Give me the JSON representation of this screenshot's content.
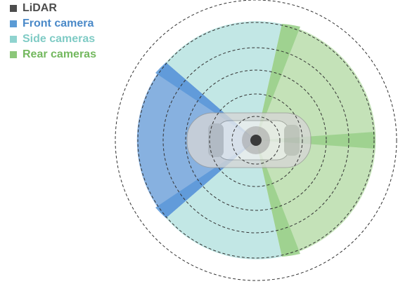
{
  "legend": [
    {
      "key": "lidar",
      "label": "LiDAR",
      "swatch": "#4d4d4d",
      "text_color": "#4d4d4d",
      "icon": "square-swatch-icon"
    },
    {
      "key": "front",
      "label": "Front camera",
      "swatch": "#5b9bd5",
      "text_color": "#4a89c8",
      "icon": "square-swatch-icon"
    },
    {
      "key": "side",
      "label": "Side cameras",
      "swatch": "#8fd3cf",
      "text_color": "#7fcbc5",
      "icon": "square-swatch-icon"
    },
    {
      "key": "rear",
      "label": "Rear cameras",
      "swatch": "#8cc77a",
      "text_color": "#73b85e",
      "icon": "square-swatch-icon"
    }
  ],
  "diagram": {
    "colors": {
      "front_fill": "#7aa9dd",
      "front_overlap": "#5b98d8",
      "side_fill": "#bfe6e4",
      "rear_fill": "#c1e0b4",
      "rear_overlap": "#9bd08c",
      "range_ring": "#333333",
      "lidar_core": "#3a3a3a",
      "vehicle_body": "#d6d6d6",
      "vehicle_edge": "#9a9a9a"
    },
    "icons": [
      "vehicle-top-view-icon",
      "lidar-sensor-icon"
    ]
  }
}
